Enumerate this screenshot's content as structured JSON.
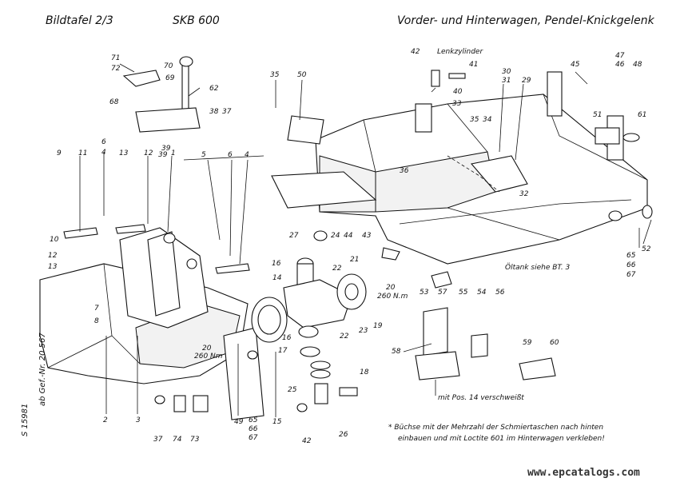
{
  "header": {
    "plate": "Bildtafel 2/3",
    "model": "SKB 600",
    "title": "Vorder- und Hinterwagen, Pendel-Knickgelenk"
  },
  "notes": {
    "lenkzylinder": "Lenkzylinder",
    "oeltank": "Öltank siehe BT. 3",
    "welded": "mit Pos. 14 verschweißt",
    "torque_left": "260 Nm",
    "torque_right": "260 N.m",
    "serial": "ab Gef.-Nr. 20 567",
    "drawing_no": "S 15981"
  },
  "footnote": {
    "line1": "* Büchse mit der Mehrzahl der Schmiertaschen nach hinten",
    "line2": "einbauen und mit Loctite 601 im Hinterwagen verkleben!"
  },
  "watermark": "www.epcatalogs.com",
  "callouts": [
    {
      "text": "71",
      "id": "c71"
    },
    {
      "text": "72",
      "id": "c72"
    },
    {
      "text": "70",
      "id": "c70"
    },
    {
      "text": "69",
      "id": "c69"
    },
    {
      "text": "68",
      "id": "c68"
    },
    {
      "text": "62",
      "id": "c62"
    },
    {
      "text": "38",
      "id": "c38"
    },
    {
      "text": "37",
      "id": "c37"
    },
    {
      "text": "39",
      "id": "c39"
    },
    {
      "text": "35",
      "id": "c35a"
    },
    {
      "text": "50",
      "id": "c50"
    },
    {
      "text": "42",
      "id": "c42a"
    },
    {
      "text": "41",
      "id": "c41"
    },
    {
      "text": "40",
      "id": "c40"
    },
    {
      "text": "33",
      "id": "c33"
    },
    {
      "text": "30",
      "id": "c30"
    },
    {
      "text": "31",
      "id": "c31"
    },
    {
      "text": "29",
      "id": "c29"
    },
    {
      "text": "45",
      "id": "c45"
    },
    {
      "text": "47",
      "id": "c47"
    },
    {
      "text": "46",
      "id": "c46"
    },
    {
      "text": "48",
      "id": "c48"
    },
    {
      "text": "61",
      "id": "c61"
    },
    {
      "text": "51",
      "id": "c51"
    },
    {
      "text": "35",
      "id": "c35b"
    },
    {
      "text": "34",
      "id": "c34"
    },
    {
      "text": "36",
      "id": "c36"
    },
    {
      "text": "32",
      "id": "c32"
    },
    {
      "text": "9",
      "id": "c9"
    },
    {
      "text": "11",
      "id": "c11"
    },
    {
      "text": "6",
      "id": "c6a"
    },
    {
      "text": "4",
      "id": "c4a"
    },
    {
      "text": "13",
      "id": "c13a"
    },
    {
      "text": "12",
      "id": "c12a"
    },
    {
      "text": "39",
      "id": "c39b"
    },
    {
      "text": "1",
      "id": "c1"
    },
    {
      "text": "5",
      "id": "c5"
    },
    {
      "text": "6",
      "id": "c6b"
    },
    {
      "text": "4",
      "id": "c4b"
    },
    {
      "text": "10",
      "id": "c10"
    },
    {
      "text": "12",
      "id": "c12b"
    },
    {
      "text": "13",
      "id": "c13b"
    },
    {
      "text": "7",
      "id": "c7"
    },
    {
      "text": "8",
      "id": "c8"
    },
    {
      "text": "27",
      "id": "c27"
    },
    {
      "text": "24",
      "id": "c24"
    },
    {
      "text": "44",
      "id": "c44"
    },
    {
      "text": "43",
      "id": "c43"
    },
    {
      "text": "16",
      "id": "c16a"
    },
    {
      "text": "22",
      "id": "c22a"
    },
    {
      "text": "21",
      "id": "c21"
    },
    {
      "text": "20",
      "id": "c20a"
    },
    {
      "text": "14",
      "id": "c14"
    },
    {
      "text": "19",
      "id": "c19"
    },
    {
      "text": "23",
      "id": "c23"
    },
    {
      "text": "22",
      "id": "c22b"
    },
    {
      "text": "16",
      "id": "c16b"
    },
    {
      "text": "17",
      "id": "c17"
    },
    {
      "text": "18",
      "id": "c18"
    },
    {
      "text": "25",
      "id": "c25"
    },
    {
      "text": "26",
      "id": "c26"
    },
    {
      "text": "42",
      "id": "c42b"
    },
    {
      "text": "20",
      "id": "c20b"
    },
    {
      "text": "2",
      "id": "c2"
    },
    {
      "text": "3",
      "id": "c3"
    },
    {
      "text": "37",
      "id": "c37b"
    },
    {
      "text": "74",
      "id": "c74"
    },
    {
      "text": "73",
      "id": "c73"
    },
    {
      "text": "49",
      "id": "c49"
    },
    {
      "text": "65",
      "id": "c65a"
    },
    {
      "text": "66",
      "id": "c66a"
    },
    {
      "text": "67",
      "id": "c67a"
    },
    {
      "text": "15",
      "id": "c15"
    },
    {
      "text": "53",
      "id": "c53"
    },
    {
      "text": "57",
      "id": "c57"
    },
    {
      "text": "55",
      "id": "c55"
    },
    {
      "text": "54",
      "id": "c54"
    },
    {
      "text": "56",
      "id": "c56"
    },
    {
      "text": "58",
      "id": "c58"
    },
    {
      "text": "59",
      "id": "c59"
    },
    {
      "text": "60",
      "id": "c60"
    },
    {
      "text": "65",
      "id": "c65b"
    },
    {
      "text": "66",
      "id": "c66b"
    },
    {
      "text": "67",
      "id": "c67b"
    },
    {
      "text": "52",
      "id": "c52"
    }
  ]
}
